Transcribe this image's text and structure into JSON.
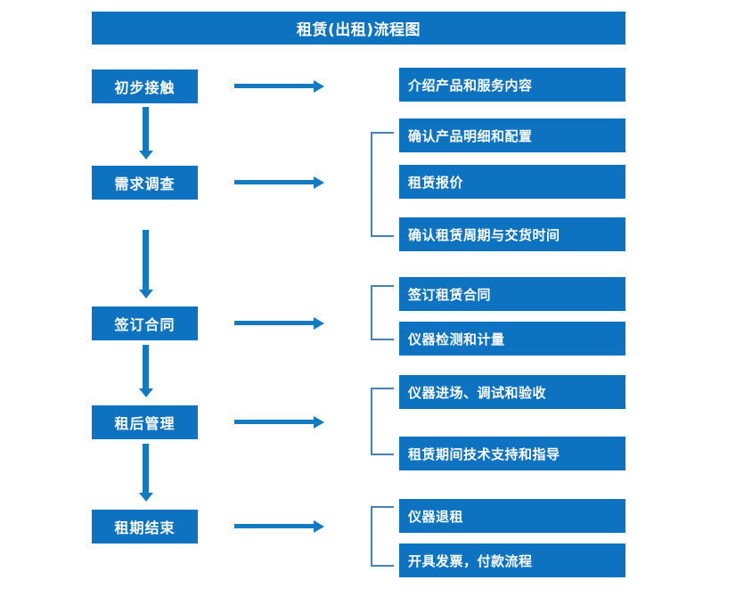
{
  "title": "租赁(出租)流程图",
  "colors": {
    "box_blue": "#0d72c0",
    "arrow_blue": "#1479be",
    "bracket_blue": "#4a7fb5",
    "text_white": "#ffffff",
    "background": "#ffffff"
  },
  "stages": [
    {
      "label": "初步接触"
    },
    {
      "label": "需求调查"
    },
    {
      "label": "签订合同"
    },
    {
      "label": "租后管理"
    },
    {
      "label": "租期结束"
    }
  ],
  "details": [
    {
      "label": "介绍产品和服务内容"
    },
    {
      "label": "确认产品明细和配置"
    },
    {
      "label": "租赁报价"
    },
    {
      "label": "确认租赁周期与交货时间"
    },
    {
      "label": "签订租赁合同"
    },
    {
      "label": "仪器检测和计量"
    },
    {
      "label": "仪器进场、调试和验收"
    },
    {
      "label": "租赁期间技术支持和指导"
    },
    {
      "label": "仪器退租"
    },
    {
      "label": "开具发票，付款流程"
    }
  ],
  "groups": [
    {
      "stage": "需求调查",
      "members": [
        "确认产品明细和配置",
        "租赁报价",
        "确认租赁周期与交货时间"
      ]
    },
    {
      "stage": "签订合同",
      "members": [
        "签订租赁合同",
        "仪器检测和计量"
      ]
    },
    {
      "stage": "租后管理",
      "members": [
        "仪器进场、调试和验收",
        "租赁期间技术支持和指导"
      ]
    },
    {
      "stage": "租期结束",
      "members": [
        "仪器退租",
        "开具发票，付款流程"
      ]
    }
  ]
}
